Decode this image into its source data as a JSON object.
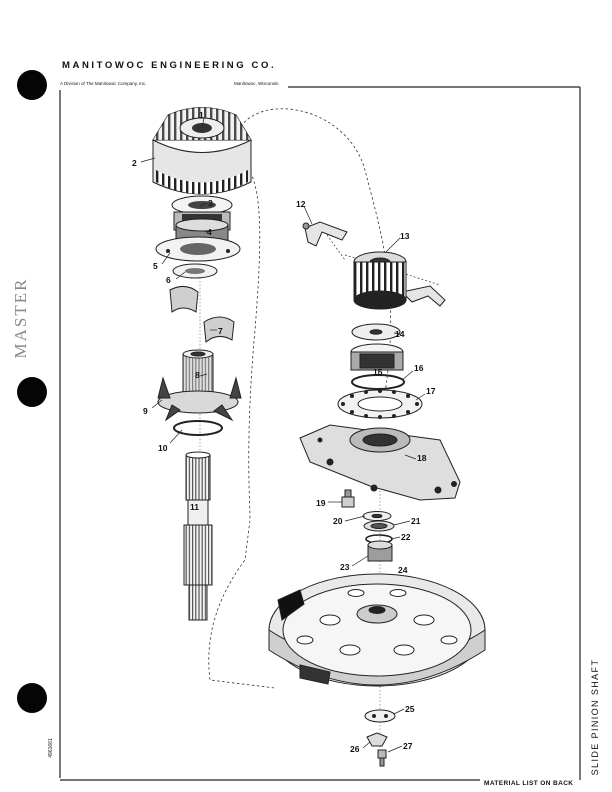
{
  "header": {
    "company": "MANITOWOC ENGINEERING CO.",
    "division": "A Division of The Manitowoc Company, Inc.",
    "location": "Manitowoc, Wisconsin"
  },
  "margin": {
    "stamp": "MASTER",
    "form_number": "4961661"
  },
  "title": "SLIDE PINION SHAFT",
  "footer": "MATERIAL LIST ON BACK",
  "callouts": [
    "1",
    "2",
    "3",
    "4",
    "5",
    "6",
    "7",
    "8",
    "9",
    "10",
    "11",
    "12",
    "13",
    "14",
    "15",
    "16",
    "17",
    "18",
    "19",
    "20",
    "21",
    "22",
    "23",
    "24",
    "25",
    "26",
    "27"
  ]
}
